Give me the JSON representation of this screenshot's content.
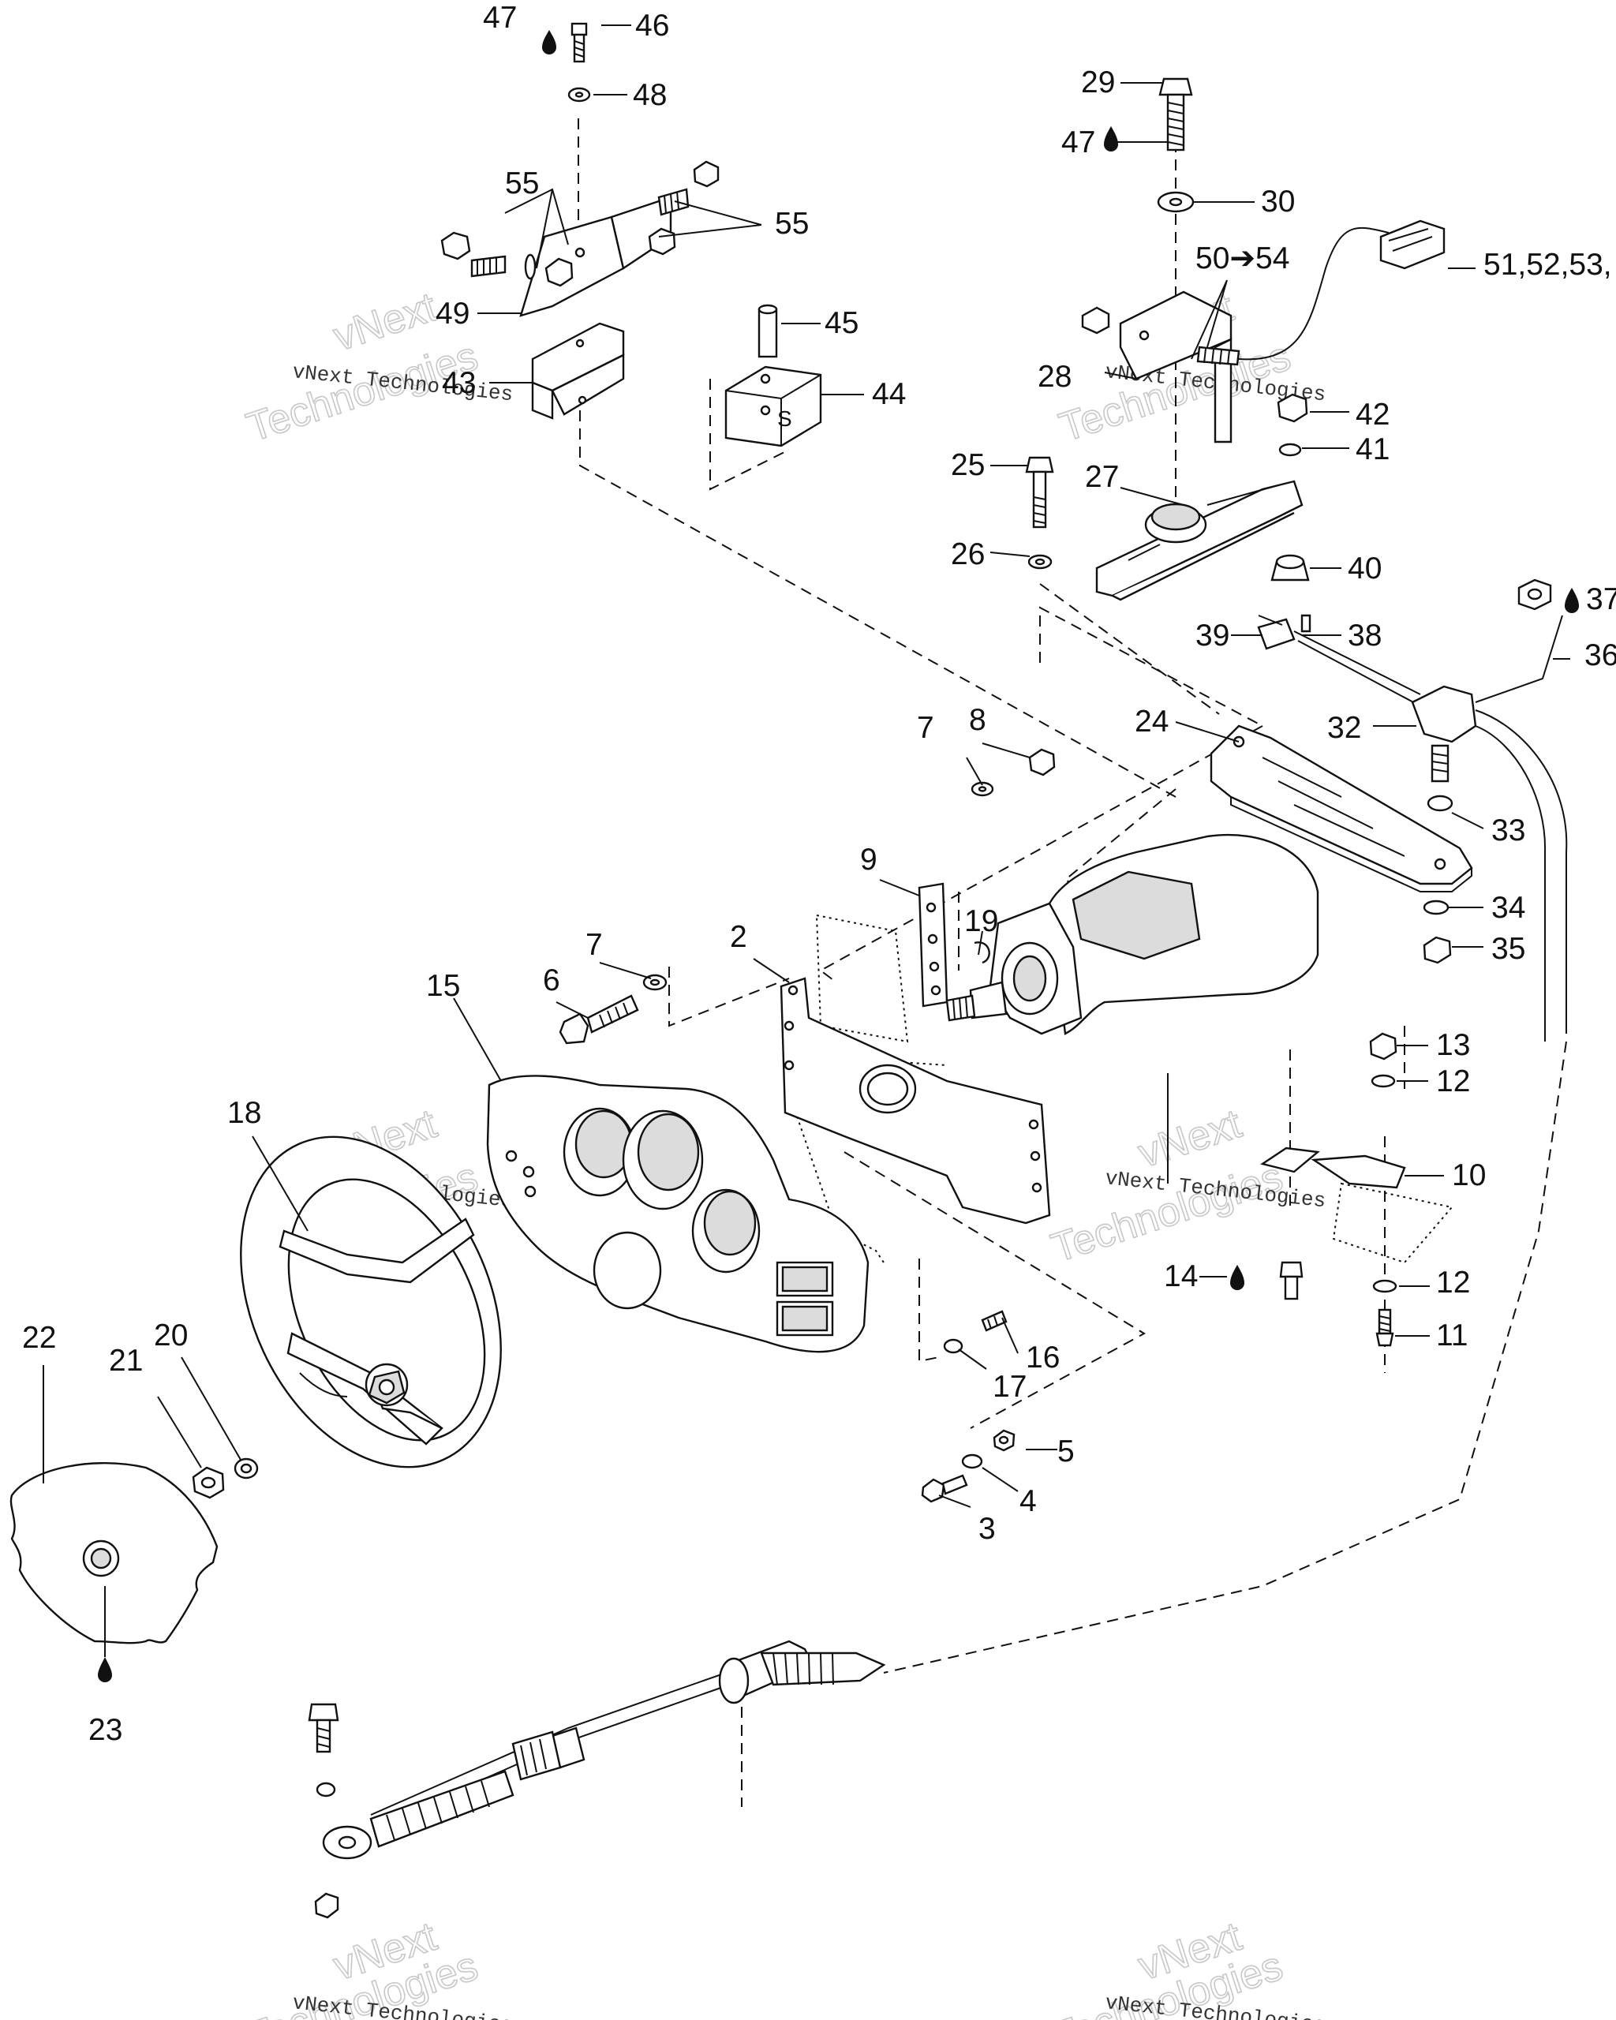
{
  "diagram": {
    "labels": {
      "l2": "2",
      "l3": "3",
      "l4": "4",
      "l5": "5",
      "l6": "6",
      "l7a": "7",
      "l7b": "7",
      "l8": "8",
      "l9": "9",
      "l10": "10",
      "l11": "11",
      "l12a": "12",
      "l12b": "12",
      "l13": "13",
      "l14": "14",
      "l15": "15",
      "l16": "16",
      "l17": "17",
      "l18": "18",
      "l19": "19",
      "l20": "20",
      "l21": "21",
      "l22": "22",
      "l23": "23",
      "l24": "24",
      "l25": "25",
      "l26": "26",
      "l27": "27",
      "l28": "28",
      "l29": "29",
      "l30": "30",
      "l32": "32",
      "l33": "33",
      "l34": "34",
      "l35": "35",
      "l36": "36",
      "l37": "37",
      "l38": "38",
      "l39": "39",
      "l40": "40",
      "l41": "41",
      "l42": "42",
      "l43": "43",
      "l44": "44",
      "l45": "45",
      "l46": "46",
      "l47a": "47",
      "l47b": "47",
      "l48": "48",
      "l49": "49",
      "l50_54": "50➔54",
      "l51_53": "51,52,53,",
      "l55a": "55",
      "l55b": "55",
      "part44_letter": "S"
    },
    "watermarks": {
      "company": "vNext Technologies",
      "brand": "vNext",
      "word": "Technologies"
    }
  }
}
